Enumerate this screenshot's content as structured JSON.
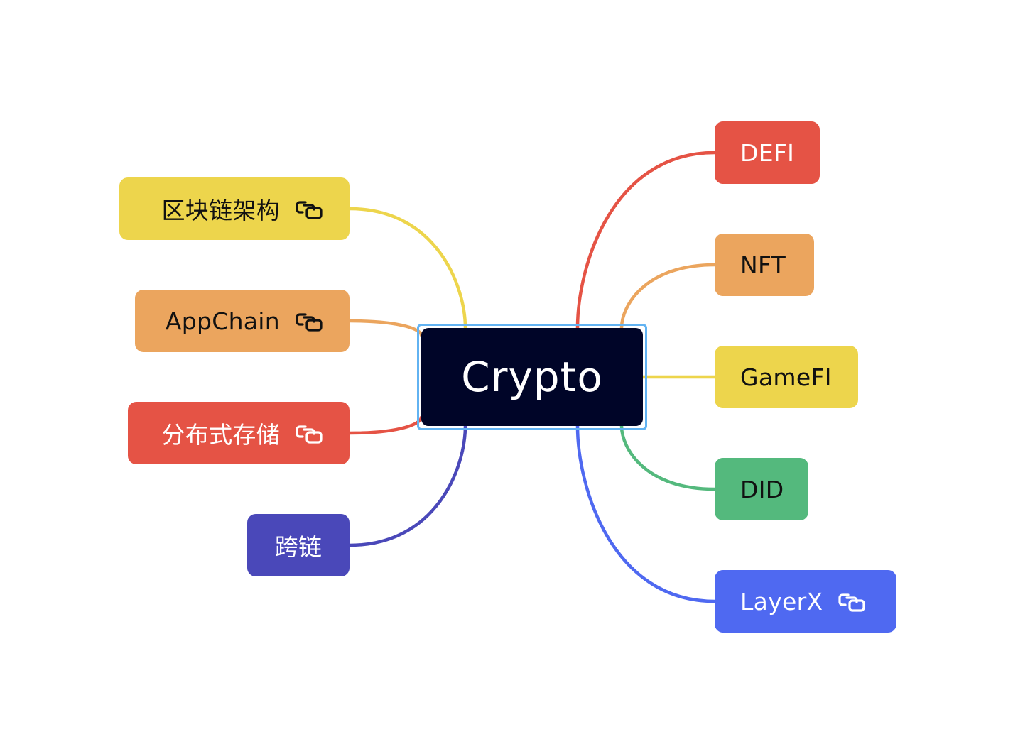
{
  "center": {
    "label": "Crypto",
    "bg": "#000528",
    "selection_color": "#62b3f2"
  },
  "left_branches": [
    {
      "label": "区块链架构",
      "color": "#edd54c",
      "text_color": "#111111",
      "has_link": true,
      "icon": "link-icon"
    },
    {
      "label": "AppChain",
      "color": "#eba55e",
      "text_color": "#111111",
      "has_link": true,
      "icon": "link-icon"
    },
    {
      "label": "分布式存储",
      "color": "#e55345",
      "text_color": "#ffffff",
      "has_link": true,
      "icon": "link-icon"
    },
    {
      "label": "跨链",
      "color": "#4a48b9",
      "text_color": "#ffffff",
      "has_link": false
    }
  ],
  "right_branches": [
    {
      "label": "DEFI",
      "color": "#e55345",
      "text_color": "#ffffff",
      "has_link": false
    },
    {
      "label": "NFT",
      "color": "#eba55e",
      "text_color": "#111111",
      "has_link": false
    },
    {
      "label": "GameFI",
      "color": "#edd54c",
      "text_color": "#111111",
      "has_link": false
    },
    {
      "label": "DID",
      "color": "#54b97d",
      "text_color": "#111111",
      "has_link": false
    },
    {
      "label": "LayerX",
      "color": "#4f69f1",
      "text_color": "#ffffff",
      "has_link": true,
      "icon": "link-icon"
    }
  ]
}
